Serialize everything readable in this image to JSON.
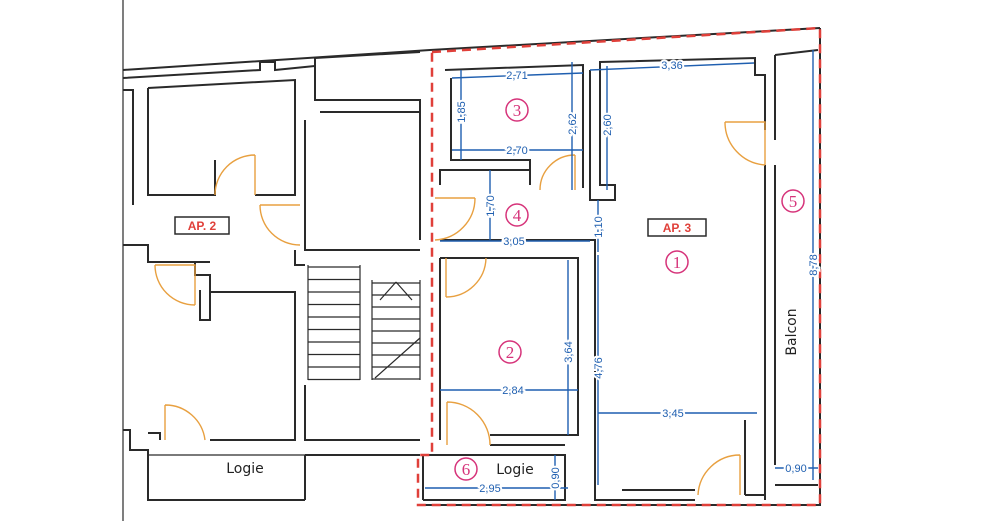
{
  "apartments": {
    "ap2": "AP. 2",
    "ap3": "AP. 3"
  },
  "rooms": [
    "1",
    "2",
    "3",
    "4",
    "5",
    "6"
  ],
  "labels": {
    "logie_left": "Logie",
    "logie_right": "Logie",
    "balcon": "Balcon"
  },
  "dimensions": {
    "r3_top": "2,71",
    "r3_bottom": "2,70",
    "r3_left": "1,85",
    "r3_right": "2,62",
    "r1_top": "3,36",
    "r1_upper_left": "2,60",
    "r1_gap": "1,10",
    "r1_lower_left": "4,76",
    "r1_width": "3,45",
    "r4_height": "1,70",
    "r4_width": "3,05",
    "r2_height": "3,64",
    "r2_width": "2,84",
    "balcony_length": "8,78",
    "balcony_width": "0,90",
    "logie_width": "2,95",
    "logie_depth": "0,90"
  },
  "colors": {
    "outline": "#e0403a",
    "dimension": "#1f5fb0",
    "room_number": "#d6337a",
    "door": "#e8a040"
  }
}
